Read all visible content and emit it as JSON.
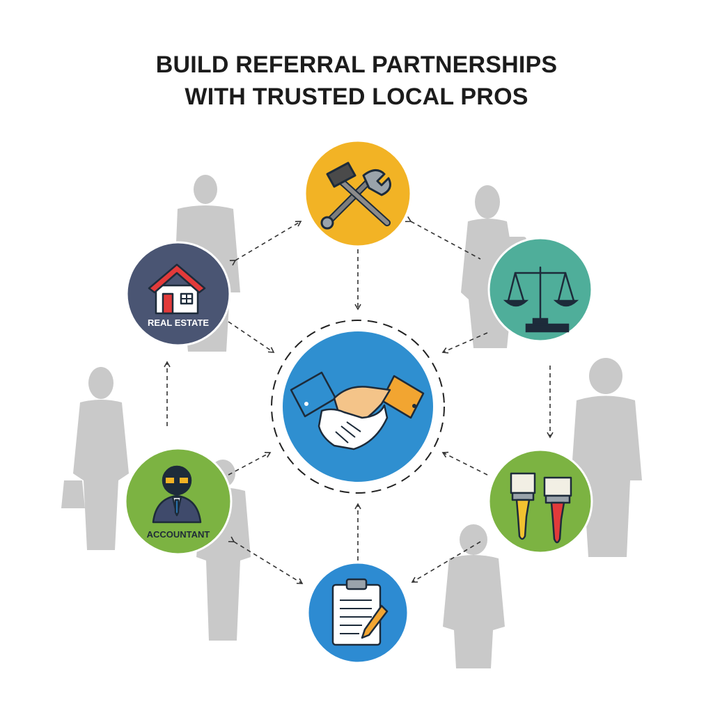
{
  "title": {
    "line1": "BUILD REFERRAL PARTNERSHIPS",
    "line2": "WITH TRUSTED LOCAL PROS"
  },
  "center": {
    "icon": "handshake-icon",
    "color": "#2f8fd0"
  },
  "nodes": [
    {
      "id": "trades",
      "icon": "tools-icon",
      "label": "",
      "color": "#f2b325"
    },
    {
      "id": "legal",
      "icon": "scales-icon",
      "label": "",
      "color": "#4fae9a"
    },
    {
      "id": "painter",
      "icon": "paintbrush-icon",
      "label": "",
      "color": "#7cb342"
    },
    {
      "id": "admin",
      "icon": "clipboard-icon",
      "label": "",
      "color": "#2d8bd2"
    },
    {
      "id": "accountant",
      "icon": "businessman-icon",
      "label": "ACCOUNTANT",
      "color": "#7cb342"
    },
    {
      "id": "real-estate",
      "icon": "house-icon",
      "label": "REAL ESTATE",
      "color": "#4a5573"
    }
  ],
  "silhouette_color": "#c8c8c8",
  "arrow_color": "#333333"
}
